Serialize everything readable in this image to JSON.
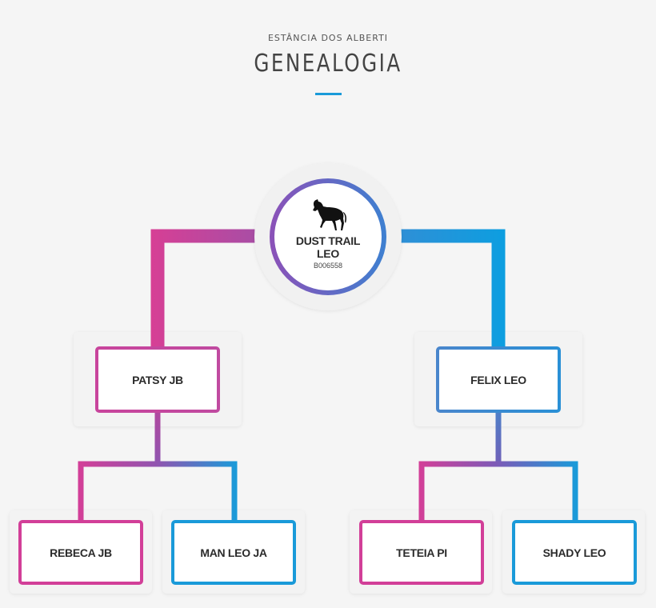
{
  "header": {
    "subtitle": "ESTÂNCIA DOS ALBERTI",
    "title": "GENEALOGIA"
  },
  "colors": {
    "pink": "#d0409a",
    "blue": "#1a9ad9",
    "purple": "#7b5bb8",
    "accent": "#1a9ad9"
  },
  "root": {
    "icon": "horse-icon",
    "name_line1": "DUST TRAIL",
    "name_line2": "LEO",
    "code": "B006558"
  },
  "parents": {
    "mother": "PATSY JB",
    "father": "FELIX LEO"
  },
  "grandparents": {
    "maternal_grandmother": "REBECA JB",
    "maternal_grandfather": "MAN LEO JA",
    "paternal_grandmother": "TETEIA PI",
    "paternal_grandfather": "SHADY LEO"
  }
}
